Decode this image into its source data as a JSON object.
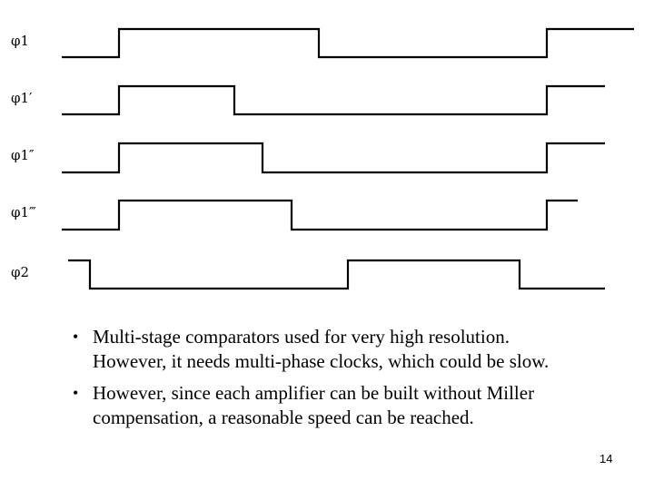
{
  "signals": [
    {
      "label": "φ1",
      "level": [
        0,
        1,
        0,
        1
      ]
    },
    {
      "label": "φ1′",
      "level": [
        0,
        1,
        0,
        1
      ]
    },
    {
      "label": "φ1″",
      "level": [
        0,
        1,
        0,
        1
      ]
    },
    {
      "label": "φ1‴",
      "level": [
        0,
        1,
        0,
        1
      ]
    },
    {
      "label": "φ2",
      "level": [
        1,
        0,
        1,
        0
      ]
    }
  ],
  "bullets": [
    "Multi-stage comparators used for very high resolution.  However, it needs multi-phase clocks, which could be slow.",
    "However, since each amplifier can be built without Miller compensation, a reasonable speed can be reached."
  ],
  "bullet_glyph": "•",
  "page_number": "14"
}
